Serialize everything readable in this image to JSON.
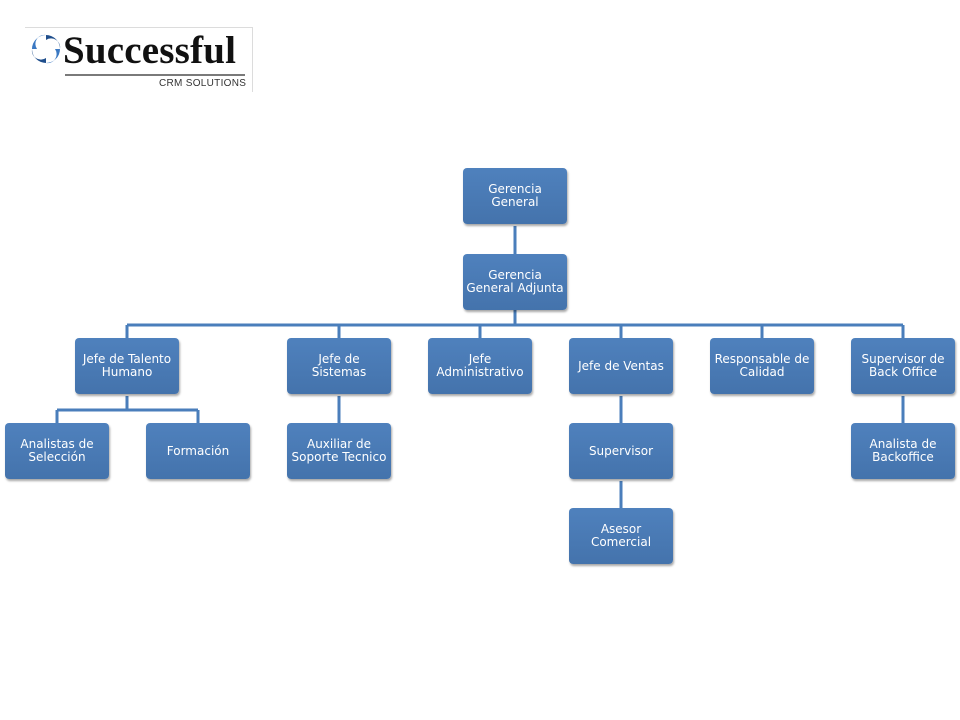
{
  "logo": {
    "name": "Successful",
    "subtitle": "CRM SOLUTIONS"
  },
  "colors": {
    "node_fill": "#4f81bd",
    "connector": "#4a7ebb",
    "node_text": "#ffffff"
  },
  "orgchart": {
    "gerencia_general": "Gerencia General",
    "gerencia_adjunta": "Gerencia General Adjunta",
    "jefe_talento": "Jefe de Talento Humano",
    "analistas_seleccion": "Analistas de Selección",
    "formacion": "Formación",
    "jefe_sistemas": "Jefe de Sistemas",
    "auxiliar_soporte": "Auxiliar de Soporte Tecnico",
    "jefe_administrativo": "Jefe Administrativo",
    "jefe_ventas": "Jefe de Ventas",
    "supervisor": "Supervisor",
    "asesor_comercial": "Asesor Comercial",
    "responsable_calidad": "Responsable de Calidad",
    "supervisor_backoffice": "Supervisor de Back Office",
    "analista_backoffice": "Analista de Backoffice"
  }
}
